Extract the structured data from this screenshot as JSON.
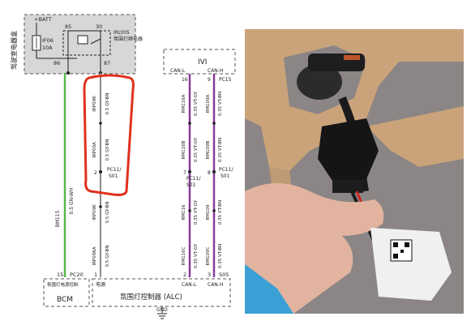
{
  "fuse_box": {
    "side_label": "驾驶室电器盒",
    "batt": "+BATT",
    "fuse_id": "IF06",
    "fuse_rating": "10A",
    "relay_id": "IRLY05",
    "relay_name": "氛围灯继电器",
    "relay_pins": {
      "p85": "85",
      "p86": "86",
      "p30": "30",
      "p87": "87"
    }
  },
  "relay_feed": {
    "wire1_code": "IRP09K",
    "wire1_spec": "0.5 GY-BN",
    "wire2_code": "IRP09A",
    "wire2_spec": "0.5 GY-BN",
    "splice_pin": "2",
    "splice_id": "PC11/",
    "splice_sub": "S01",
    "wire3_code": "IRP09K",
    "wire3_spec": "0.5 GY-BN",
    "wire4_code": "IRP09KA",
    "wire4_spec": "0.5 GY-BN"
  },
  "green_wire": {
    "code": "BM115",
    "spec": "0.5 GN-WH",
    "pin": "15",
    "connector": "PC20"
  },
  "ivi": {
    "label": "IVI",
    "can_l": "CAN-L",
    "can_h": "CAN-H",
    "pin_l": "16",
    "pin_h": "9",
    "connector": "PC15"
  },
  "can_wires": {
    "l1_code": "RM116A",
    "l1_spec": "0.35 VT-GY",
    "l2_code": "RM116B",
    "l2_spec": "0.35 VT-GY",
    "l_pin": "7",
    "l_splice": "PC11/",
    "l_splice_sub": "S01",
    "l3_code": "RM116",
    "l3_spec": "0.35 VT-GY",
    "l4_code": "RM116C",
    "l4_spec": "0.35 VT-GY",
    "h1_code": "RM109A",
    "h1_spec": "0.35 VT-BN",
    "h2_code": "RM109B",
    "h2_spec": "0.35 VT-BN",
    "h_pin": "8",
    "h_splice": "PC11/",
    "h_splice_sub": "S01",
    "h3_code": "RM109",
    "h3_spec": "0.35 VT-BN",
    "h4_code": "RM109C",
    "h4_spec": "0.35 VT-BN"
  },
  "bottom": {
    "alc_pin_power": "1",
    "alc_pin_l": "2",
    "alc_pin_h": "3",
    "alc_ref": "S05",
    "bcm_sub": "氛围灯电源控制",
    "bcm_label": "BCM",
    "power_label": "电源",
    "can_l": "CAN-L",
    "can_h": "CAN-H",
    "alc_label": "氛围灯控制器 (ALC)",
    "gnd": "GND"
  },
  "colors": {
    "annotation_red": "#e0311f",
    "wire_green": "#58b84a",
    "wire_purple": "#8a3a9c",
    "wire_gray": "#8a8a8a",
    "fusebox_fill": "#d7d7d7"
  }
}
